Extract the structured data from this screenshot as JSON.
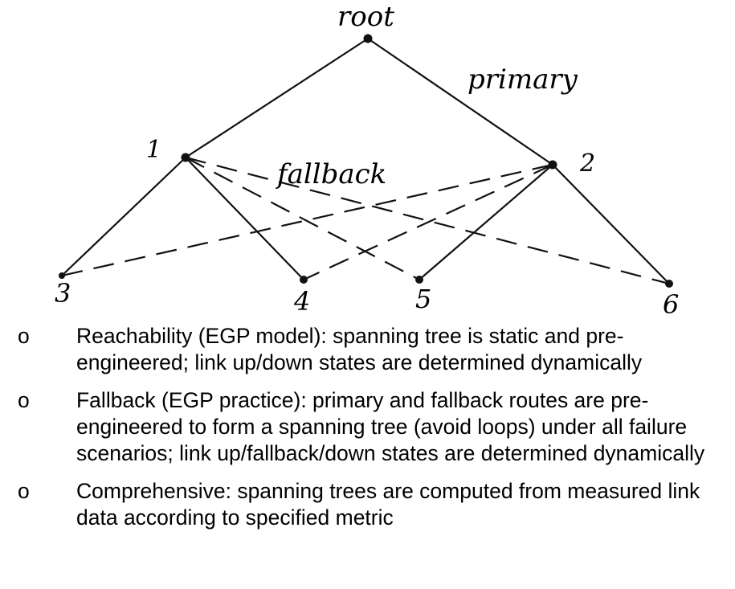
{
  "diagram": {
    "nodes": {
      "root": "root",
      "n1": "1",
      "n2": "2",
      "n3": "3",
      "n4": "4",
      "n5": "5",
      "n6": "6"
    },
    "edge_labels": {
      "primary": "primary",
      "fallback": "fallback"
    }
  },
  "bullets": [
    {
      "marker": "o",
      "text": "Reachability (EGP model): spanning tree is static and pre-engineered; link up/down states are determined dynamically"
    },
    {
      "marker": "o",
      "text": "Fallback (EGP practice): primary and fallback routes are pre-engineered to form a spanning tree (avoid loops) under all failure scenarios; link up/fallback/down states are determined dynamically"
    },
    {
      "marker": "o",
      "text": "Comprehensive: spanning trees are computed from measured link data according to specified metric"
    }
  ]
}
